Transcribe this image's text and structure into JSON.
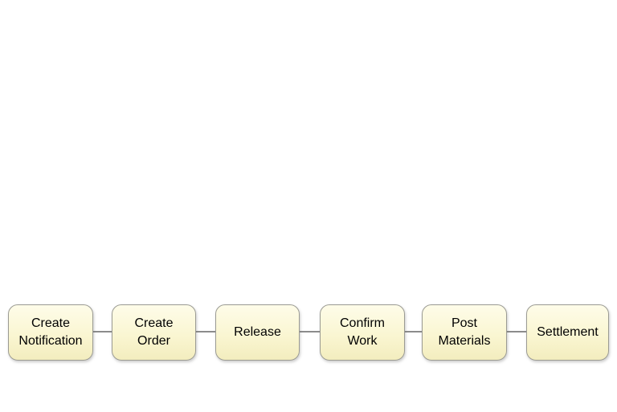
{
  "diagram": {
    "type": "process-flow",
    "background_color": "#ffffff",
    "box_fill_color": "#faf6d2",
    "box_border_color": "#9b9b93",
    "connector_color": "#8c8c8c",
    "text_color": "#000000",
    "steps": [
      {
        "label": "Create\nNotification"
      },
      {
        "label": "Create\nOrder"
      },
      {
        "label": "Release"
      },
      {
        "label": "Confirm\nWork"
      },
      {
        "label": "Post\nMaterials"
      },
      {
        "label": "Settlement"
      }
    ]
  }
}
